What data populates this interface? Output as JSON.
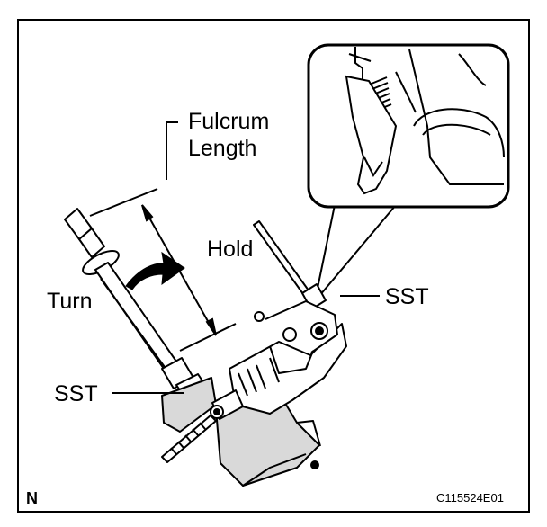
{
  "figure": {
    "labels": {
      "fulcrum_line1": "Fulcrum",
      "fulcrum_line2": "Length",
      "hold": "Hold",
      "turn": "Turn",
      "sst_right": "SST",
      "sst_left": "SST"
    },
    "corner_letter": "N",
    "figure_code": "C115524E01",
    "colors": {
      "ink": "#000000",
      "paper": "#ffffff",
      "shade": "#d9d9d9"
    }
  }
}
